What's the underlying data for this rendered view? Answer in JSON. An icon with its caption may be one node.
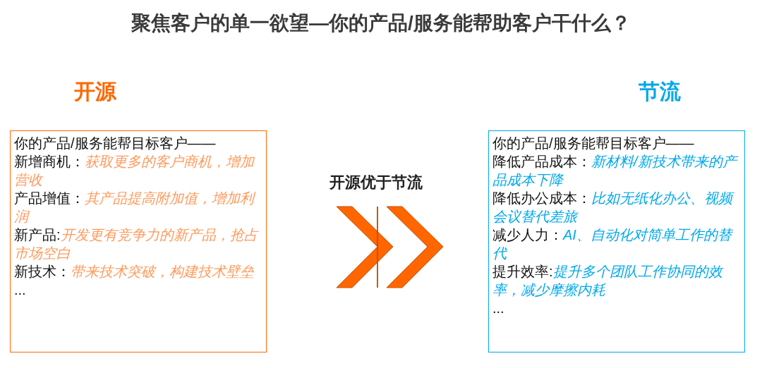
{
  "diagram": {
    "title": "聚焦客户的单一欲望—你的产品/服务能帮助客户干什么？",
    "nodes": [
      {
        "text": [
          "开源",
          "你的产品/服务能帮目标客户——",
          "新增商机：*获取更多的客户商机，增加营收*",
          "产品增值：*其产品提高附加值，增加利润*",
          "新产品:*开发更有竞争力的新产品，抢占市场空白*",
          "新技术：*带来技术突破，构建技术壁垒*",
          "..."
        ]
      },
      {
        "text": [
          "节流",
          "你的产品/服务能帮目标客户——",
          "降低产品成本：*新材料/新技术带来的产品成本下降*",
          "降低办公成本：*比如无纸化办公、视频会议替代差旅*",
          "减少人力：*AI、自动化对简单工作的替代*",
          "提升效率:*提升多个团队工作协同的效率，减少摩擦内耗*",
          "..."
        ]
      }
    ],
    "edges": [
      {
        "from": 0,
        "to": 1,
        "arrow": "to",
        "label": "开源优于节流"
      }
    ]
  }
}
